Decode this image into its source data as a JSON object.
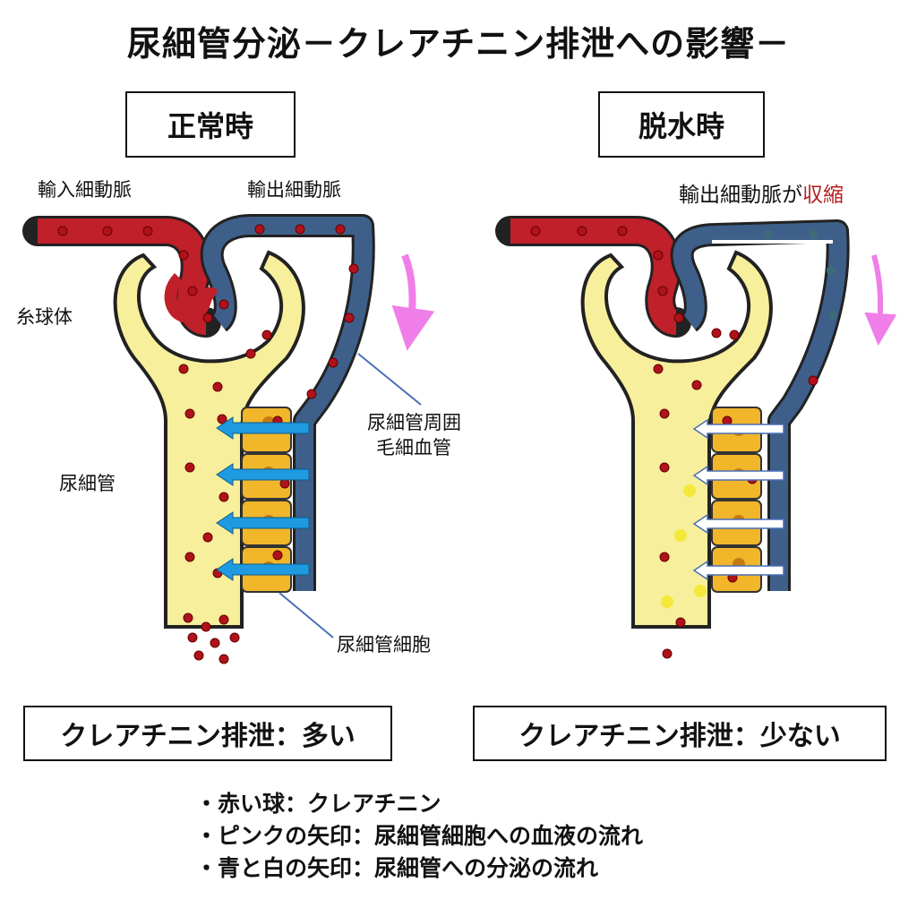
{
  "title": "尿細管分泌－クレアチニン排泄への影響－",
  "panels": {
    "normal": {
      "heading": "正常時",
      "labels": {
        "afferent": "輸入細動脈",
        "efferent": "輸出細動脈",
        "glomerulus": "糸球体",
        "tubule": "尿細管",
        "capillary_line1": "尿細管周囲",
        "capillary_line2": "毛細血管",
        "cell": "尿細管細胞"
      },
      "result": "クレアチニン排泄：多い"
    },
    "dehydrated": {
      "heading": "脱水時",
      "note_prefix": "輸出細動脈が",
      "note_emphasis": "収縮",
      "result": "クレアチニン排泄：少ない"
    }
  },
  "legend": [
    "・赤い球：クレアチニン",
    "・ピンクの矢印：尿細管細胞への血液の流れ",
    "・青と白の矢印：尿細管への分泌の流れ"
  ],
  "colors": {
    "artery_red": "#c0202a",
    "vein_blue": "#3e5f8a",
    "tubule_yellow": "#f7ef9b",
    "cell_orange": "#f1b62a",
    "secretion_blue": "#1e9be0",
    "secretion_white": "#ffffff",
    "flow_pink": "#f07ee8",
    "creatinine_dot": "#b0121b"
  }
}
